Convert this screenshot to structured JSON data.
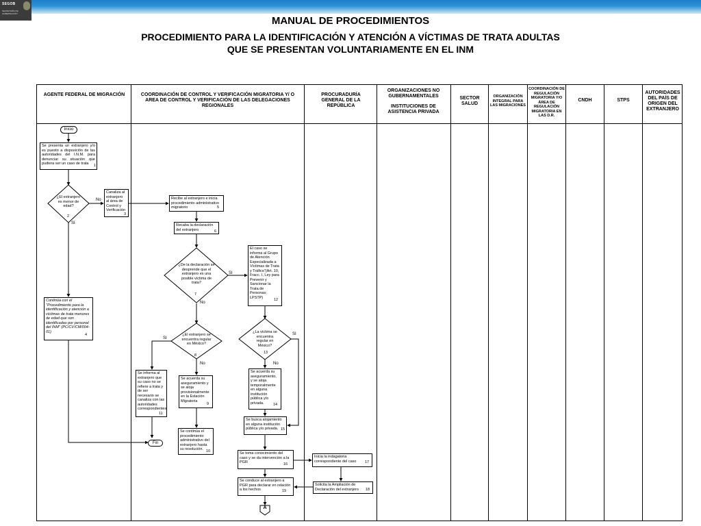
{
  "header": {
    "logo_text": "SEGOB",
    "logo_sub": "SECRETARÍA DE GOBERNACIÓN"
  },
  "titles": {
    "main": "MANUAL DE PROCEDIMIENTOS",
    "sub1": "PROCEDIMIENTO PARA LA IDENTIFICACIÓN Y ATENCIÓN A VÍCTIMAS DE TRATA ADULTAS",
    "sub2": "QUE SE PRESENTAN VOLUNTARIAMENTE EN EL INM"
  },
  "columns": [
    "AGENTE FEDERAL DE MIGRACIÓN",
    "COORDINACIÓN DE CONTROL Y VERIFICACIÓN MIGRATORIA Y/ O AREA DE CONTROL Y VERIFICACIÓN DE LAS DELEGACIONES REGIONALES",
    "PROCURADURÍA GENERAL DE LA REPÚBLICA",
    "ORGANIZACIONES NO GUBERNAMENTALES",
    "INSTITUCIONES DE ASISTENCIA PRIVADA",
    "SECTOR SALUD",
    "ORGANIZACIÓN INTEGRAL PARA LAS MIGRACIONES",
    "COORDINACIÓN DE REGULACIÓN MIGRATORIA Y/O ÁREA DE REGULACIÓN MIGRATORIA EN LAS D.R.",
    "CNDH",
    "STPS",
    "AUTORIDADES DEL PAÍS DE ORIGEN DEL EXTRANJERO"
  ],
  "nodes": {
    "inicio": "Inicio",
    "fin": "Fin",
    "connector": "A",
    "s1": "Se presenta un extranjero y/o es puesto a disposición de las autoridades del I.N.M. para denunciar su situación que pudiera ser un caso de trata",
    "n1": "1",
    "d2": "¿El extranjero es menor de edad?",
    "n2": "2",
    "s3": "Canaliza al extranjero al área de Control y Verificación",
    "n3": "3",
    "s4": "Continúa con el \"Procedimiento para la identificación y atención a víctimas de trata menores de edad que son identificadas por personal del INM\" (PC/CV/CM/004-01)",
    "n4": "4",
    "s5": "Recibe al extranjero e inicia procedimiento administrativo migratorio",
    "n5": "5",
    "s6": "Recaba la declaración del extranjero",
    "n6": "6",
    "d7": "¿De la declaración se desprende que el extranjero es una posible víctima de trata?",
    "n7": "7",
    "d8": "¿El extranjero se encuentra regular en México?",
    "n8": "8",
    "s9": "Se acuerda su aseguramiento y se aloja provisionalmente en la Estación Migratoria",
    "n9": "9",
    "s10": "Se continúa el procedimiento administrativo del extranjero hasta su resolución.",
    "n10": "10",
    "s11": "Se informa al extranjero que su caso no se refiere a trata y de ser necesario se canaliza con las autoridades correspondientes",
    "n11": "11",
    "s12": "El caso se informa al Grupo de Atención Especializada a Víctimas de Trata y Tráfico\"(Art. 10, Fracc. I, Ley para Prevenir y Sancionar la Trata de Personas; LPSTP)",
    "n12": "12",
    "d13": "¿La víctima se encuentra regular en México?",
    "n13": "13",
    "s14": "Se acuerda su aseguramiento, y se aloja temporalmente en alguna institución pública y/o privada.",
    "n14": "14",
    "s15": "Se busca alojamiento en alguna institución pública y/o privada.",
    "n15": "15",
    "s16": "Se toma conocimiento del caso y se da intervención a la PGR",
    "n16": "16",
    "s17": "Inicia la indagatoria correspondiente del caso",
    "n17": "17",
    "s18": "Solicita la Ampliación de Declaración del extranjero",
    "n18": "18",
    "s19": "Se conduce al extranjero a PGR para declarar en relación a los hechos",
    "n19": "19"
  },
  "labels": {
    "no": "No",
    "si": "SI"
  }
}
